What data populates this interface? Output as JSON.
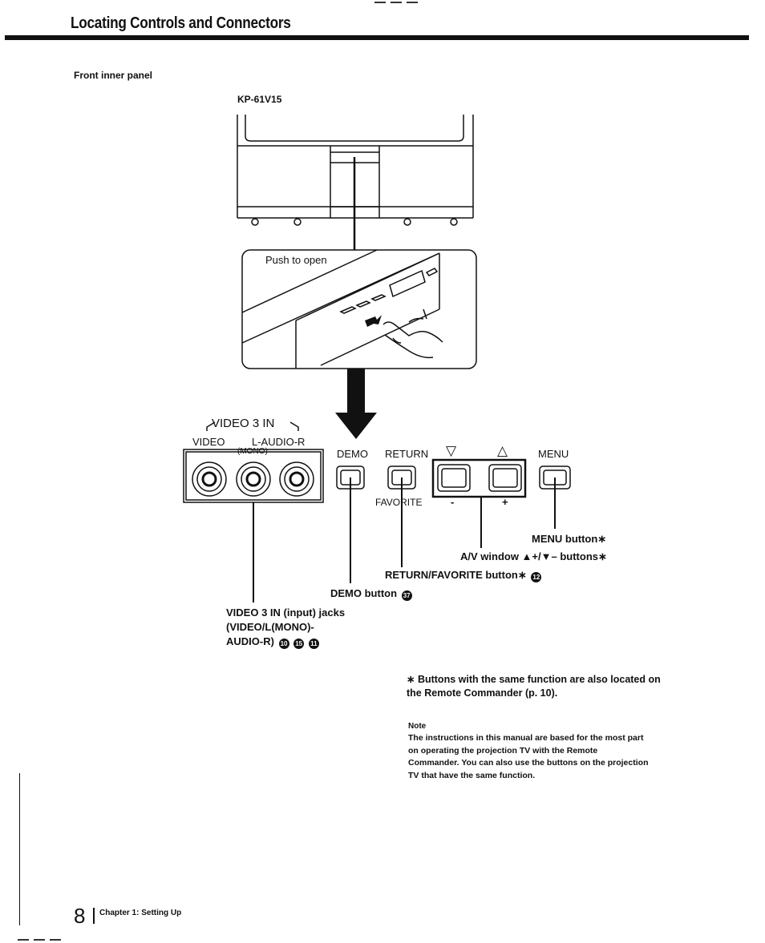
{
  "header": {
    "title": "Locating Controls and Connectors"
  },
  "section": {
    "subtitle": "Front inner panel",
    "model": "KP-61V15"
  },
  "figure": {
    "push_to_open": "Push to open",
    "video3in_title": "VIDEO 3 IN",
    "video_label": "VIDEO",
    "laudio_label": "L-AUDIO-R",
    "mono_label": "(MONO)",
    "demo_label": "DEMO",
    "return_label": "RETURN",
    "favorite_label": "FAVORITE",
    "down_symbol": "▽",
    "up_symbol": "△",
    "minus": "-",
    "plus": "+",
    "menu_label": "MENU"
  },
  "callouts": {
    "menu_button": "MENU button∗",
    "av_window": "A/V window ▲+/▼– buttons∗",
    "return_favorite": "RETURN/FAVORITE button∗",
    "return_favorite_num": "12",
    "demo_button": "DEMO button",
    "demo_num": "37",
    "video3_line1": "VIDEO 3 IN (input) jacks",
    "video3_line2": "(VIDEO/L(MONO)-",
    "video3_line3": "AUDIO-R)",
    "video3_nums": [
      "10",
      "15",
      "11"
    ]
  },
  "footnote": {
    "text": "∗ Buttons with the same function are also located on the Remote Commander (p. 10)."
  },
  "note": {
    "heading": "Note",
    "body": "The instructions in this manual are based for the most part on operating the projection TV with the Remote Commander. You can also use the buttons on the projection TV that have the same function."
  },
  "footer": {
    "page_number": "8",
    "chapter": "Chapter 1: Setting Up"
  }
}
